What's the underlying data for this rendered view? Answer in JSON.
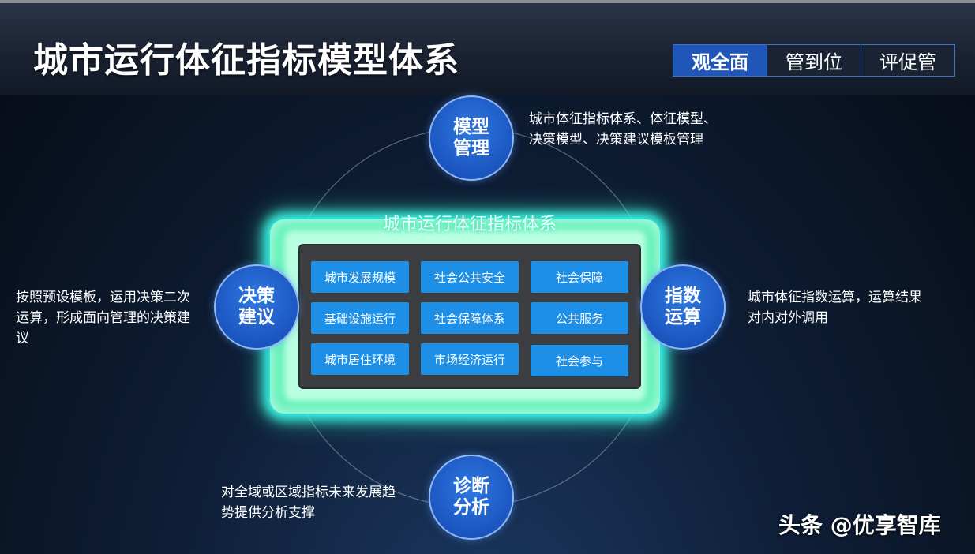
{
  "header": {
    "title": "城市运行体征指标模型体系",
    "tabs": [
      {
        "label": "观全面",
        "active": true
      },
      {
        "label": "管到位",
        "active": false
      },
      {
        "label": "评促管",
        "active": false
      }
    ]
  },
  "center": {
    "title": "城市运行体征指标体系",
    "cells": [
      "城市发展规模",
      "社会公共安全",
      "社会保障",
      "基础设施运行",
      "社会保障体系",
      "公共服务",
      "城市居住环境",
      "市场经济运行",
      "社会参与"
    ]
  },
  "nodes": {
    "top": {
      "line1": "模型",
      "line2": "管理"
    },
    "left": {
      "line1": "决策",
      "line2": "建议"
    },
    "right": {
      "line1": "指数",
      "line2": "运算"
    },
    "bottom": {
      "line1": "诊断",
      "line2": "分析"
    }
  },
  "descriptions": {
    "top": {
      "line1": "城市体征指标体系、体征模型、",
      "line2": "决策模型、决策建议模板管理"
    },
    "left": {
      "line1": "按照预设模板，运用决策二次",
      "line2": "运算，形成面向管理的决策建",
      "line3": "议"
    },
    "right": {
      "line1": "城市体征指数运算，运算结果",
      "line2": "对内对外调用"
    },
    "bottom": {
      "line1": "对全域或区域指标未来发展趋",
      "line2": "势提供分析支撑"
    }
  },
  "watermark": "头条 @优享智库",
  "colors": {
    "accent": "#1f56b8",
    "cell": "#1e8fe6",
    "glow": "#5ff0b6"
  }
}
